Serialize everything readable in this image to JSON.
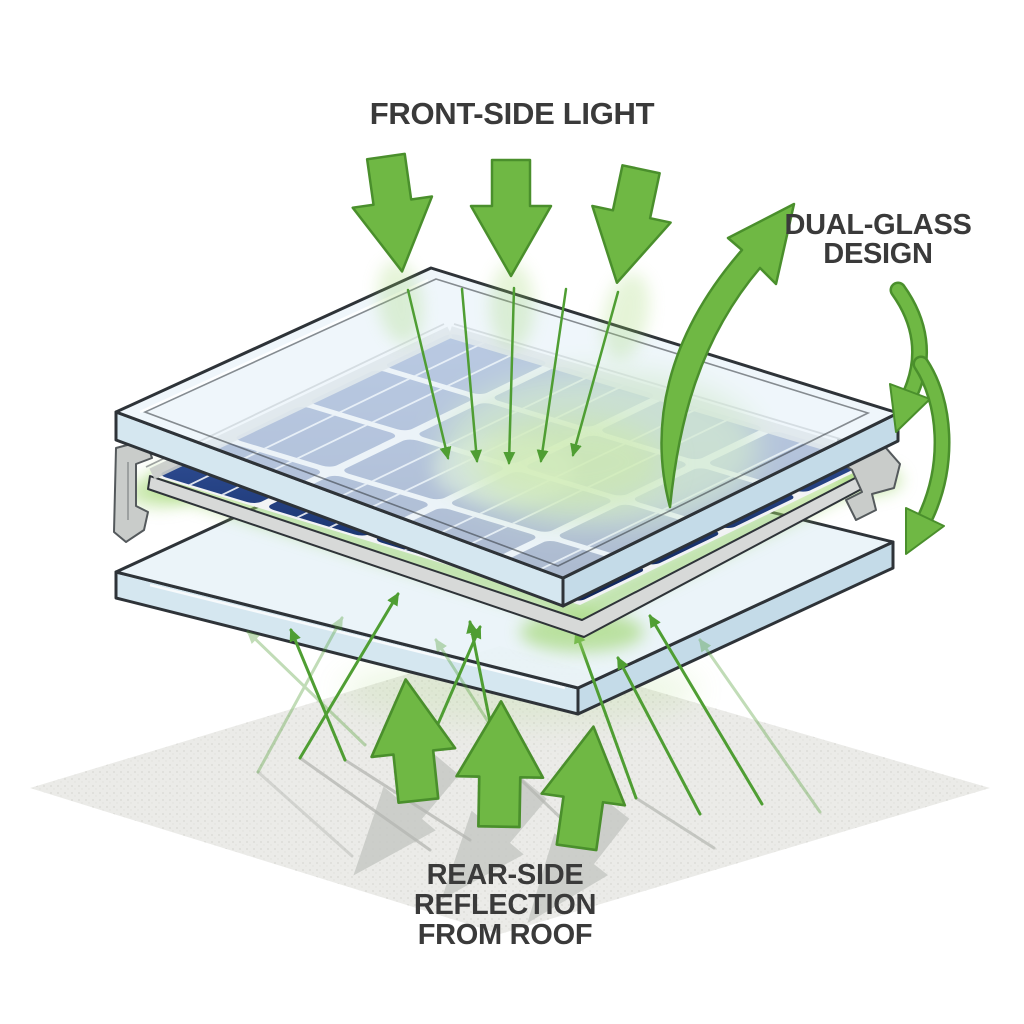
{
  "labels": {
    "front_side_light": "FRONT-SIDE LIGHT",
    "dual_glass_line1": "DUAL-GLASS",
    "dual_glass_line2": "DESIGN",
    "rear_line1": "REAR-SIDE",
    "rear_line2": "REFLECTION",
    "rear_line3": "FROM ROOF"
  },
  "scene": {
    "type": "exploded-diagram",
    "subject": "bifacial dual-glass solar panel",
    "layers": [
      "front-glass-pane",
      "solar-cell-layer-with-frame",
      "rear-glass-pane",
      "roof-surface"
    ],
    "front_light_arrow_count": 3,
    "front_light_ray_count": 5,
    "rear_reflection_arrow_count": 3,
    "panel_grid_cols": 4,
    "panel_grid_rows": 4
  },
  "colors": {
    "accent_green": "#6fb844",
    "arrow_outline": "#4a8f2c",
    "thin_arrow_green": "#4f9e33",
    "glow_green": "#9ad465",
    "glow_bright": "#cdeca0",
    "glass_fill": "#e9f3f9",
    "glass_edge": "#d5e7f0",
    "glass_edge_dark": "#c4dbe8",
    "outline_dark": "#2e3338",
    "cell_blue": "#3d5fa6",
    "cell_blue_mid": "#2c4a8f",
    "cell_blue_dark": "#0d2459",
    "cell_gap": "#f2f3f5",
    "frame_gray": "#c9ccca",
    "frame_outline": "#54595c",
    "silver_edge": "#d7d9d8",
    "roof_gray": "#ebebe8",
    "roof_speckle": "#cfcfca",
    "shadow_gray": "#c7c9c4",
    "shadow_line": "#b4b6b1",
    "text_gray": "#3a3a3a"
  }
}
